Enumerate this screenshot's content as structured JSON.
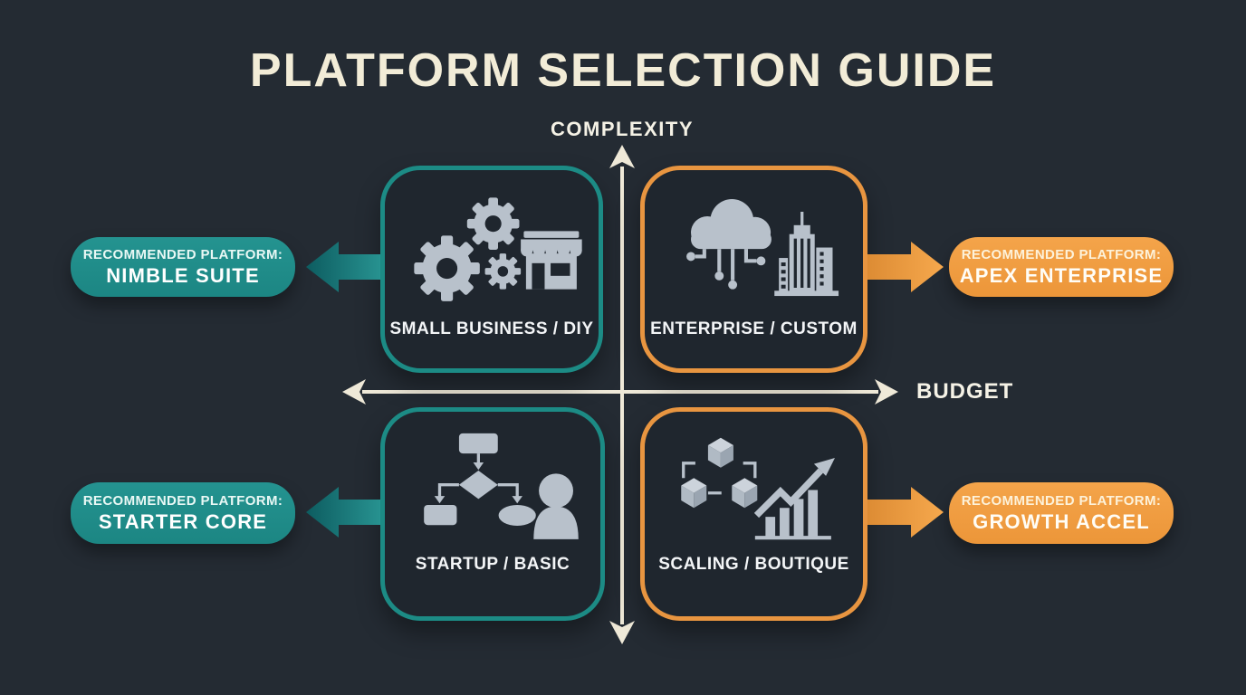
{
  "title": "PLATFORM SELECTION GUIDE",
  "axes": {
    "y_label": "COMPLEXITY",
    "x_label": "BUDGET"
  },
  "quadrants": [
    {
      "position": "top-left",
      "label": "SMALL BUSINESS / DIY",
      "accent": "#1c8b85",
      "icon": "gears-storefront"
    },
    {
      "position": "top-right",
      "label": "ENTERPRISE / CUSTOM",
      "accent": "#e89540",
      "icon": "cloud-network-building"
    },
    {
      "position": "bottom-left",
      "label": "STARTUP / BASIC",
      "accent": "#1c8b85",
      "icon": "flowchart-person"
    },
    {
      "position": "bottom-right",
      "label": "SCALING / BOUTIQUE",
      "accent": "#e89540",
      "icon": "cubes-growth-chart"
    }
  ],
  "recommendations": [
    {
      "position": "left-top",
      "prefix": "RECOMMENDED PLATFORM:",
      "name": "NIMBLE SUITE",
      "color": "#1e8d8a"
    },
    {
      "position": "right-top",
      "prefix": "RECOMMENDED PLATFORM:",
      "name": "APEX ENTERPRISE",
      "color": "#f09d42"
    },
    {
      "position": "left-bottom",
      "prefix": "RECOMMENDED PLATFORM:",
      "name": "STARTER CORE",
      "color": "#1e8d8a"
    },
    {
      "position": "right-bottom",
      "prefix": "RECOMMENDED PLATFORM:",
      "name": "GROWTH ACCEL",
      "color": "#f09d42"
    }
  ],
  "colors": {
    "background": "#242b33",
    "panel_fill": "#1f262e",
    "title_text": "#f2ecd7",
    "axis_line": "#efe9d8",
    "teal_accent": "#1c8b85",
    "orange_accent": "#e89540",
    "icon_gray": "#b8c1cb",
    "label_text": "#f3f5f7"
  }
}
